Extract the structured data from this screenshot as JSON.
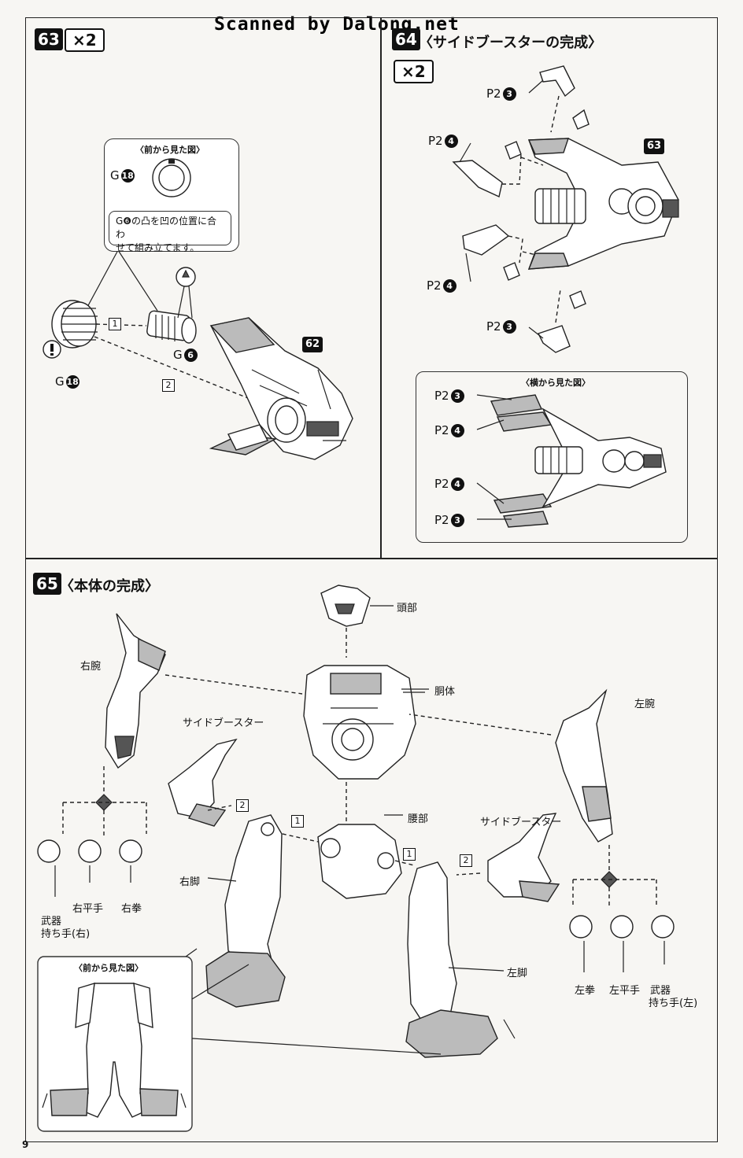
{
  "watermark": "Scanned by Dalong.net",
  "page_number": "9",
  "step63": {
    "number": "63",
    "multiplier": "×2",
    "callout_title": "〈前から見た図〉",
    "note_line1": "G❻の凸を凹の位置に合わ",
    "note_line2": "せて組み立てます。",
    "part_g18_top": "G",
    "part_g18_top_num": "18",
    "part_g18": "G",
    "part_g18_num": "18",
    "part_g6": "G",
    "part_g6_num": "6",
    "order1": "1",
    "order2": "2",
    "ref_62": "62"
  },
  "step64": {
    "number": "64",
    "title": "〈サイドブースターの完成〉",
    "multiplier": "×2",
    "ref_63": "63",
    "parts": [
      {
        "label": "P2",
        "num": "3"
      },
      {
        "label": "P2",
        "num": "4"
      },
      {
        "label": "P2",
        "num": "4"
      },
      {
        "label": "P2",
        "num": "3"
      }
    ],
    "side_view_title": "〈横から見た図〉",
    "side_parts": [
      {
        "label": "P2",
        "num": "3"
      },
      {
        "label": "P2",
        "num": "4"
      },
      {
        "label": "P2",
        "num": "4"
      },
      {
        "label": "P2",
        "num": "3"
      }
    ]
  },
  "step65": {
    "number": "65",
    "title": "〈本体の完成〉",
    "head": "頭部",
    "torso": "胴体",
    "right_arm": "右腕",
    "left_arm": "左腕",
    "side_booster_left": "サイドブースター",
    "side_booster_right": "サイドブースター",
    "waist": "腰部",
    "right_leg": "右脚",
    "left_leg": "左脚",
    "right_flat_hand": "右平手",
    "right_fist": "右拳",
    "right_weapon_hand_1": "武器",
    "right_weapon_hand_2": "持ち手(右)",
    "left_fist": "左拳",
    "left_flat_hand": "左平手",
    "left_weapon_hand_1": "武器",
    "left_weapon_hand_2": "持ち手(左)",
    "front_view_title": "〈前から見た図〉",
    "order1a": "1",
    "order2a": "2",
    "order1b": "1",
    "order2b": "2"
  }
}
